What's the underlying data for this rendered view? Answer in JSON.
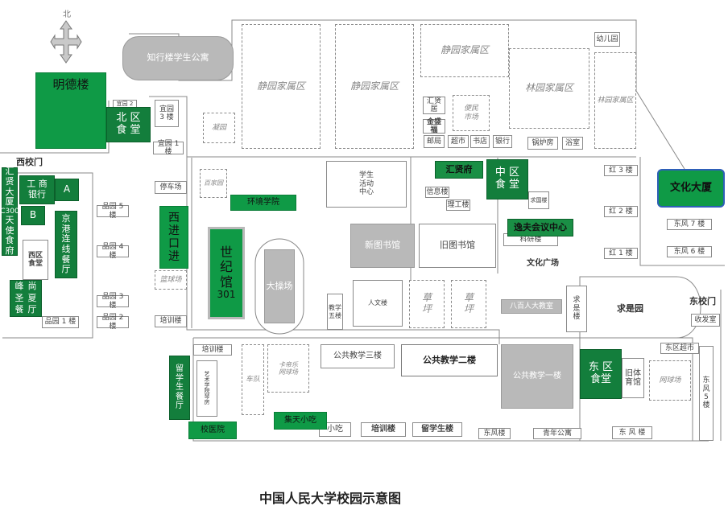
{
  "north_label": "北",
  "title": "中国人民大学校园示意图",
  "gates": {
    "west": "西校门",
    "east": "东校门"
  },
  "highlights": {
    "mingde": "明德楼",
    "north_canteen": [
      "北 区",
      "食 堂"
    ],
    "icbc": [
      "工 商",
      "银行"
    ],
    "icbc_a": "A",
    "huizi": [
      "汇贤",
      "大 厦"
    ],
    "c300": "C300",
    "b_block": "B",
    "tianshi": [
      "天",
      "使",
      "食",
      "府"
    ],
    "jinggang": [
      "京",
      "港",
      "连",
      "线",
      "餐",
      "厅"
    ],
    "fengshang": [
      "峰",
      "尚",
      "圣",
      "夏",
      "餐",
      "厅"
    ],
    "xijin": [
      "西",
      "进",
      "口",
      "进"
    ],
    "shiji": [
      "世",
      "纪",
      "馆",
      "301"
    ],
    "env_school": "环境学院",
    "huixian_restaurant": "汇贤府",
    "central_canteen": [
      "中 区",
      "食 堂"
    ],
    "yifu": "逸夫会议中心",
    "wenhua_dasha": "文化大厦",
    "east_canteen": [
      "东 区",
      "食堂"
    ],
    "liuxuesheng_canteen": [
      "留",
      "学",
      "生",
      "餐",
      "厅"
    ],
    "clinic": "校医院",
    "jitian": "集天小吃"
  },
  "buildings": {
    "zhixing": "知行楼学生公寓",
    "jingyuan_a": "静园家属区",
    "jingyuan_b": "静园家属区",
    "jingyuan_c": "静园家属区",
    "linyuan_a": "林园家属区",
    "linyuan_b": "林园家属区",
    "kindergarten": "幼儿园",
    "ningyuan": "凝园",
    "baijiayuan": "百家园",
    "xuehuo": [
      "学生",
      "活动",
      "中心"
    ],
    "huixianju": "汇贤居",
    "jinshengfu": "金盛福",
    "youju": "邮局",
    "chaoshi": "超市",
    "shudian": "书店",
    "yinhang": "银行",
    "bianmin": [
      "便民",
      "市场"
    ],
    "guoluofang": "锅炉房",
    "yushi": "浴室",
    "xinxi": "信息楼",
    "ligong": "理工楼",
    "qiuguo": "求国楼",
    "kexue": "科研楼",
    "wenhua_guangchang": "文化广场",
    "hong3": "红 3 楼",
    "hong2": "红 2 楼",
    "hong1": "红 1 楼",
    "dongfeng7": "东风 7 楼",
    "dongfeng6": "东风 6 楼",
    "yiyuan3": [
      "宜园",
      "3 楼"
    ],
    "yiyuan1": "宜园 1 楼",
    "yiyuan2": "宜园 2",
    "pinyuan5": "品园 5 楼",
    "pinyuan4": "品园 4 楼",
    "pinyuan3": "品园 3 楼",
    "pinyuan2": "品园 2 楼",
    "pinyuan1": "品园 1 楼",
    "xiqu_canteen": [
      "西区",
      "食堂"
    ],
    "tingche": "停车场",
    "lanqiu": "篮球场",
    "peixun_a": "培训楼",
    "peixun_b": "培训楼",
    "peixun_c": "培训楼",
    "xintushu": "新图书馆",
    "jiutushu": "旧图书馆",
    "dacaochang": "大操场",
    "jiaoxue5": [
      "教学",
      "五楼"
    ],
    "renwen": "人文楼",
    "caoping_a": [
      "草",
      "坪"
    ],
    "caoping_b": [
      "草",
      "坪"
    ],
    "bashi": "八百人大教室",
    "qiuzhi": [
      "求",
      "是",
      "楼"
    ],
    "qiuzhiyuan": "求是园",
    "gonggong3": "公共教学三楼",
    "gonggong2": "公共教学二楼",
    "gonggong1": "公共教学一楼",
    "cheku": "车队",
    "kale": [
      "卡帝乐",
      "网球场"
    ],
    "yishu": [
      "艺",
      "术",
      "学",
      "院",
      "琴",
      "房"
    ],
    "xiaochi": "小吃",
    "liuxueshenglou": "留学生楼",
    "dongfeng_a": "东风楼",
    "qingnian": "青年公寓",
    "dongfeng_b": "东 风 楼",
    "tiyuguan": [
      "旧体",
      "育馆"
    ],
    "wangqiu": "网球场",
    "dongqu_chaoshi": "东区超市",
    "dongfeng5": [
      "东",
      "风",
      "5",
      "楼"
    ],
    "shoufa": "收发室"
  }
}
